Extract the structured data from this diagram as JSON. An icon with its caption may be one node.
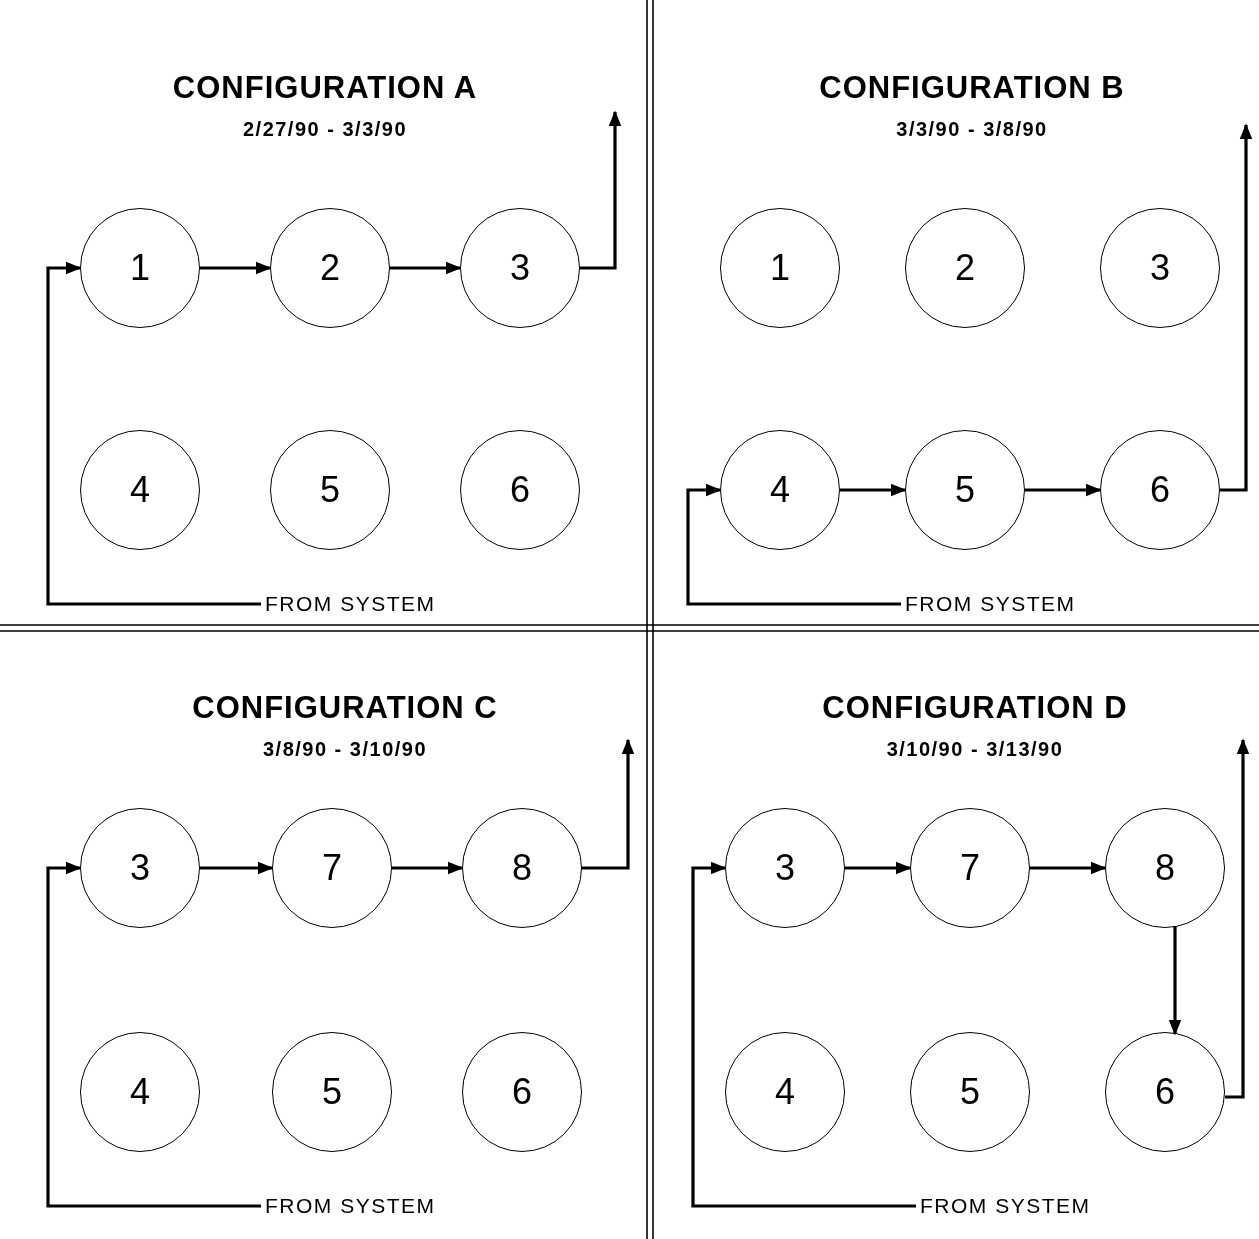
{
  "diagram": {
    "nodes": [
      {
        "text": [
          "1"
        ]
      },
      {
        "text": [
          "2"
        ]
      },
      {
        "text": [
          "3"
        ]
      },
      {
        "text": [
          "4"
        ]
      },
      {
        "text": [
          "5"
        ]
      },
      {
        "text": [
          "6"
        ]
      },
      {
        "text": [
          "FROM SYSTEM"
        ]
      },
      {
        "text": [
          "1"
        ]
      },
      {
        "text": [
          "2"
        ]
      },
      {
        "text": [
          "3"
        ]
      },
      {
        "text": [
          "4"
        ]
      },
      {
        "text": [
          "5"
        ]
      },
      {
        "text": [
          "6"
        ]
      },
      {
        "text": [
          "FROM SYSTEM"
        ]
      },
      {
        "text": [
          "3"
        ]
      },
      {
        "text": [
          "7"
        ]
      },
      {
        "text": [
          "8"
        ]
      },
      {
        "text": [
          "4"
        ]
      },
      {
        "text": [
          "5"
        ]
      },
      {
        "text": [
          "6"
        ]
      },
      {
        "text": [
          "FROM SYSTEM"
        ]
      },
      {
        "text": [
          "3"
        ]
      },
      {
        "text": [
          "7"
        ]
      },
      {
        "text": [
          "8"
        ]
      },
      {
        "text": [
          "4"
        ]
      },
      {
        "text": [
          "5"
        ]
      },
      {
        "text": [
          "6"
        ]
      },
      {
        "text": [
          "FROM SYSTEM"
        ]
      }
    ],
    "edges": [
      {
        "from": 6,
        "to": 0,
        "arrow": "to"
      },
      {
        "from": 0,
        "to": 1,
        "arrow": "to"
      },
      {
        "from": 1,
        "to": 2,
        "arrow": "to"
      },
      {
        "from": 2,
        "to": null,
        "arrow": "to"
      },
      {
        "from": 13,
        "to": 10,
        "arrow": "to"
      },
      {
        "from": 10,
        "to": 11,
        "arrow": "to"
      },
      {
        "from": 11,
        "to": 12,
        "arrow": "to"
      },
      {
        "from": 12,
        "to": null,
        "arrow": "to"
      },
      {
        "from": 20,
        "to": 14,
        "arrow": "to"
      },
      {
        "from": 14,
        "to": 15,
        "arrow": "to"
      },
      {
        "from": 15,
        "to": 16,
        "arrow": "to"
      },
      {
        "from": 16,
        "to": null,
        "arrow": "to"
      },
      {
        "from": 27,
        "to": 21,
        "arrow": "to"
      },
      {
        "from": 21,
        "to": 22,
        "arrow": "to"
      },
      {
        "from": 22,
        "to": 23,
        "arrow": "to"
      },
      {
        "from": 23,
        "to": 26,
        "arrow": "to"
      },
      {
        "from": 26,
        "to": null,
        "arrow": "to"
      }
    ],
    "labels": [
      "CONFIGURATION A",
      "2/27/90 - 3/3/90",
      "CONFIGURATION B",
      "3/3/90 - 3/8/90",
      "CONFIGURATION C",
      "3/8/90 - 3/10/90",
      "CONFIGURATION D",
      "3/10/90 - 3/13/90"
    ]
  }
}
